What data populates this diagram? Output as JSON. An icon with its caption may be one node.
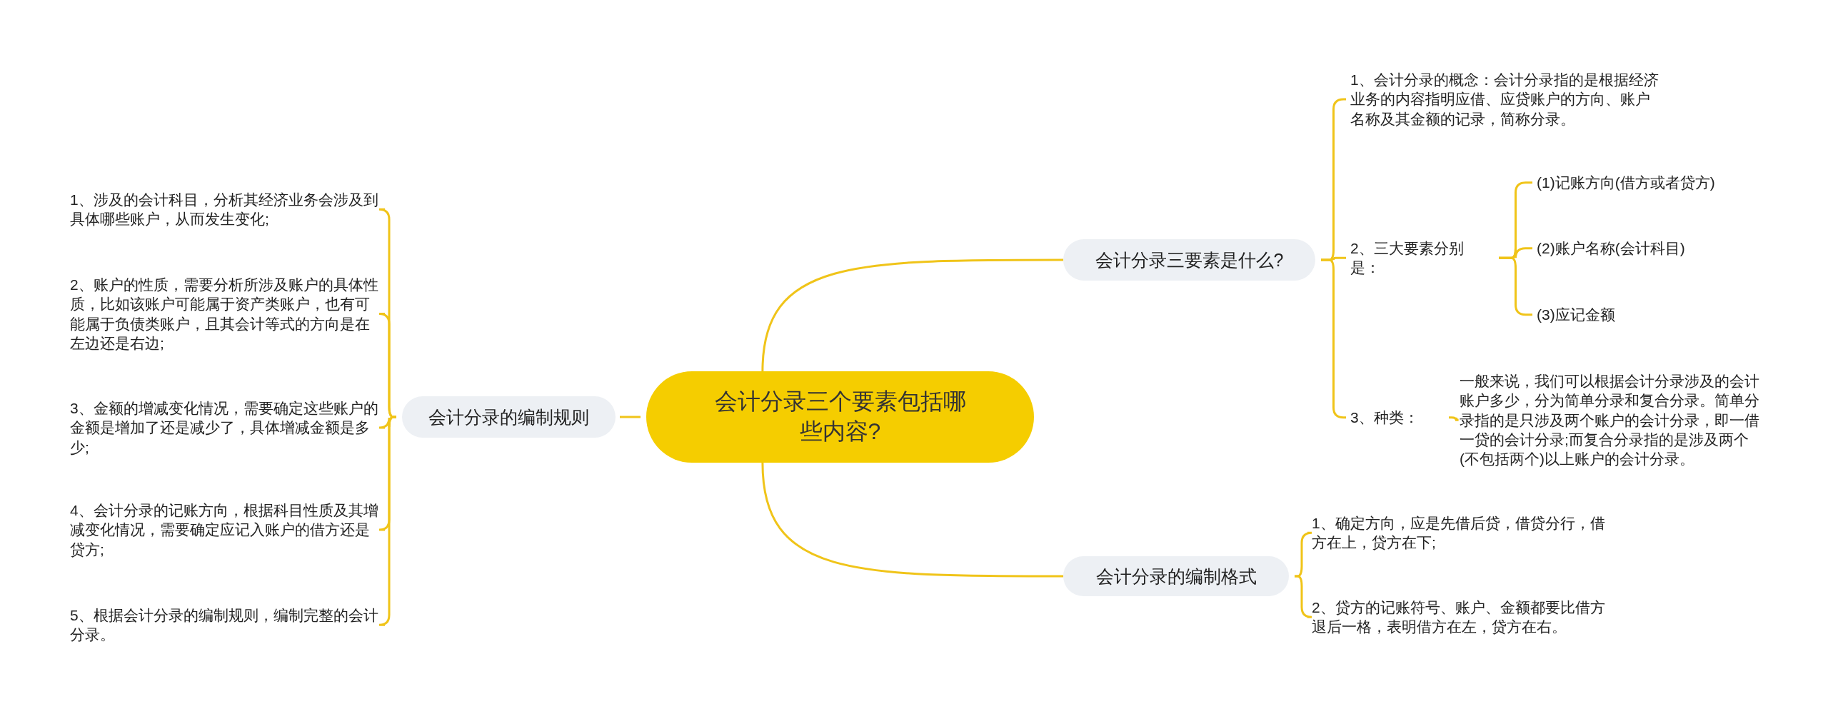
{
  "diagram": {
    "nodes": [
      {
        "text": [
          "会计分录三个要素包括哪些内容?"
        ]
      },
      {
        "text": [
          "会计分录三要素是什么?"
        ]
      },
      {
        "text": [
          "1、会计分录的概念：会计分录指的是根据经济业务的内容指明应借、应贷账户的方向、账户名称及其金额的记录，简称分录。"
        ]
      },
      {
        "text": [
          "2、三大要素分别是："
        ]
      },
      {
        "text": [
          "(1)记账方向(借方或者贷方)"
        ]
      },
      {
        "text": [
          "(2)账户名称(会计科目)"
        ]
      },
      {
        "text": [
          "(3)应记金额"
        ]
      },
      {
        "text": [
          "3、种类："
        ]
      },
      {
        "text": [
          "一般来说，我们可以根据会计分录涉及的会计账户多少，分为简单分录和复合分录。简单分录指的是只涉及两个账户的会计分录，即一借一贷的会计分录;而复合分录指的是涉及两个(不包括两个)以上账户的会计分录。"
        ]
      },
      {
        "text": [
          "会计分录的编制格式"
        ]
      },
      {
        "text": [
          "1、确定方向，应是先借后贷，借贷分行，借方在上，贷方在下;"
        ]
      },
      {
        "text": [
          "2、贷方的记账符号、账户、金额都要比借方退后一格，表明借方在左，贷方在右。"
        ]
      },
      {
        "text": [
          "会计分录的编制规则"
        ]
      },
      {
        "text": [
          "1、涉及的会计科目，分析其经济业务会涉及到具体哪些账户，从而发生变化;"
        ]
      },
      {
        "text": [
          "2、账户的性质，需要分析所涉及账户的具体性质，比如该账户可能属于资产类账户，也有可能属于负债类账户，且其会计等式的方向是在左边还是右边;"
        ]
      },
      {
        "text": [
          "3、金额的增减变化情况，需要确定这些账户的金额是增加了还是减少了，具体增减金额是多少;"
        ]
      },
      {
        "text": [
          "4、会计分录的记账方向，根据科目性质及其增减变化情况，需要确定应记入账户的借方还是贷方;"
        ]
      },
      {
        "text": [
          "5、根据会计分录的编制规则，编制完整的会计分录。"
        ]
      }
    ],
    "edges": [
      {
        "from": 0,
        "to": 1,
        "arrow": "none"
      },
      {
        "from": 0,
        "to": 9,
        "arrow": "none"
      },
      {
        "from": 0,
        "to": 12,
        "arrow": "none"
      },
      {
        "from": 1,
        "to": 2,
        "arrow": "none"
      },
      {
        "from": 1,
        "to": 3,
        "arrow": "none"
      },
      {
        "from": 1,
        "to": 7,
        "arrow": "none"
      },
      {
        "from": 3,
        "to": 4,
        "arrow": "none"
      },
      {
        "from": 3,
        "to": 5,
        "arrow": "none"
      },
      {
        "from": 3,
        "to": 6,
        "arrow": "none"
      },
      {
        "from": 7,
        "to": 8,
        "arrow": "none"
      },
      {
        "from": 9,
        "to": 10,
        "arrow": "none"
      },
      {
        "from": 9,
        "to": 11,
        "arrow": "none"
      },
      {
        "from": 12,
        "to": 13,
        "arrow": "none"
      },
      {
        "from": 12,
        "to": 14,
        "arrow": "none"
      },
      {
        "from": 12,
        "to": 15,
        "arrow": "none"
      },
      {
        "from": 12,
        "to": 16,
        "arrow": "none"
      },
      {
        "from": 12,
        "to": 17,
        "arrow": "none"
      }
    ]
  }
}
